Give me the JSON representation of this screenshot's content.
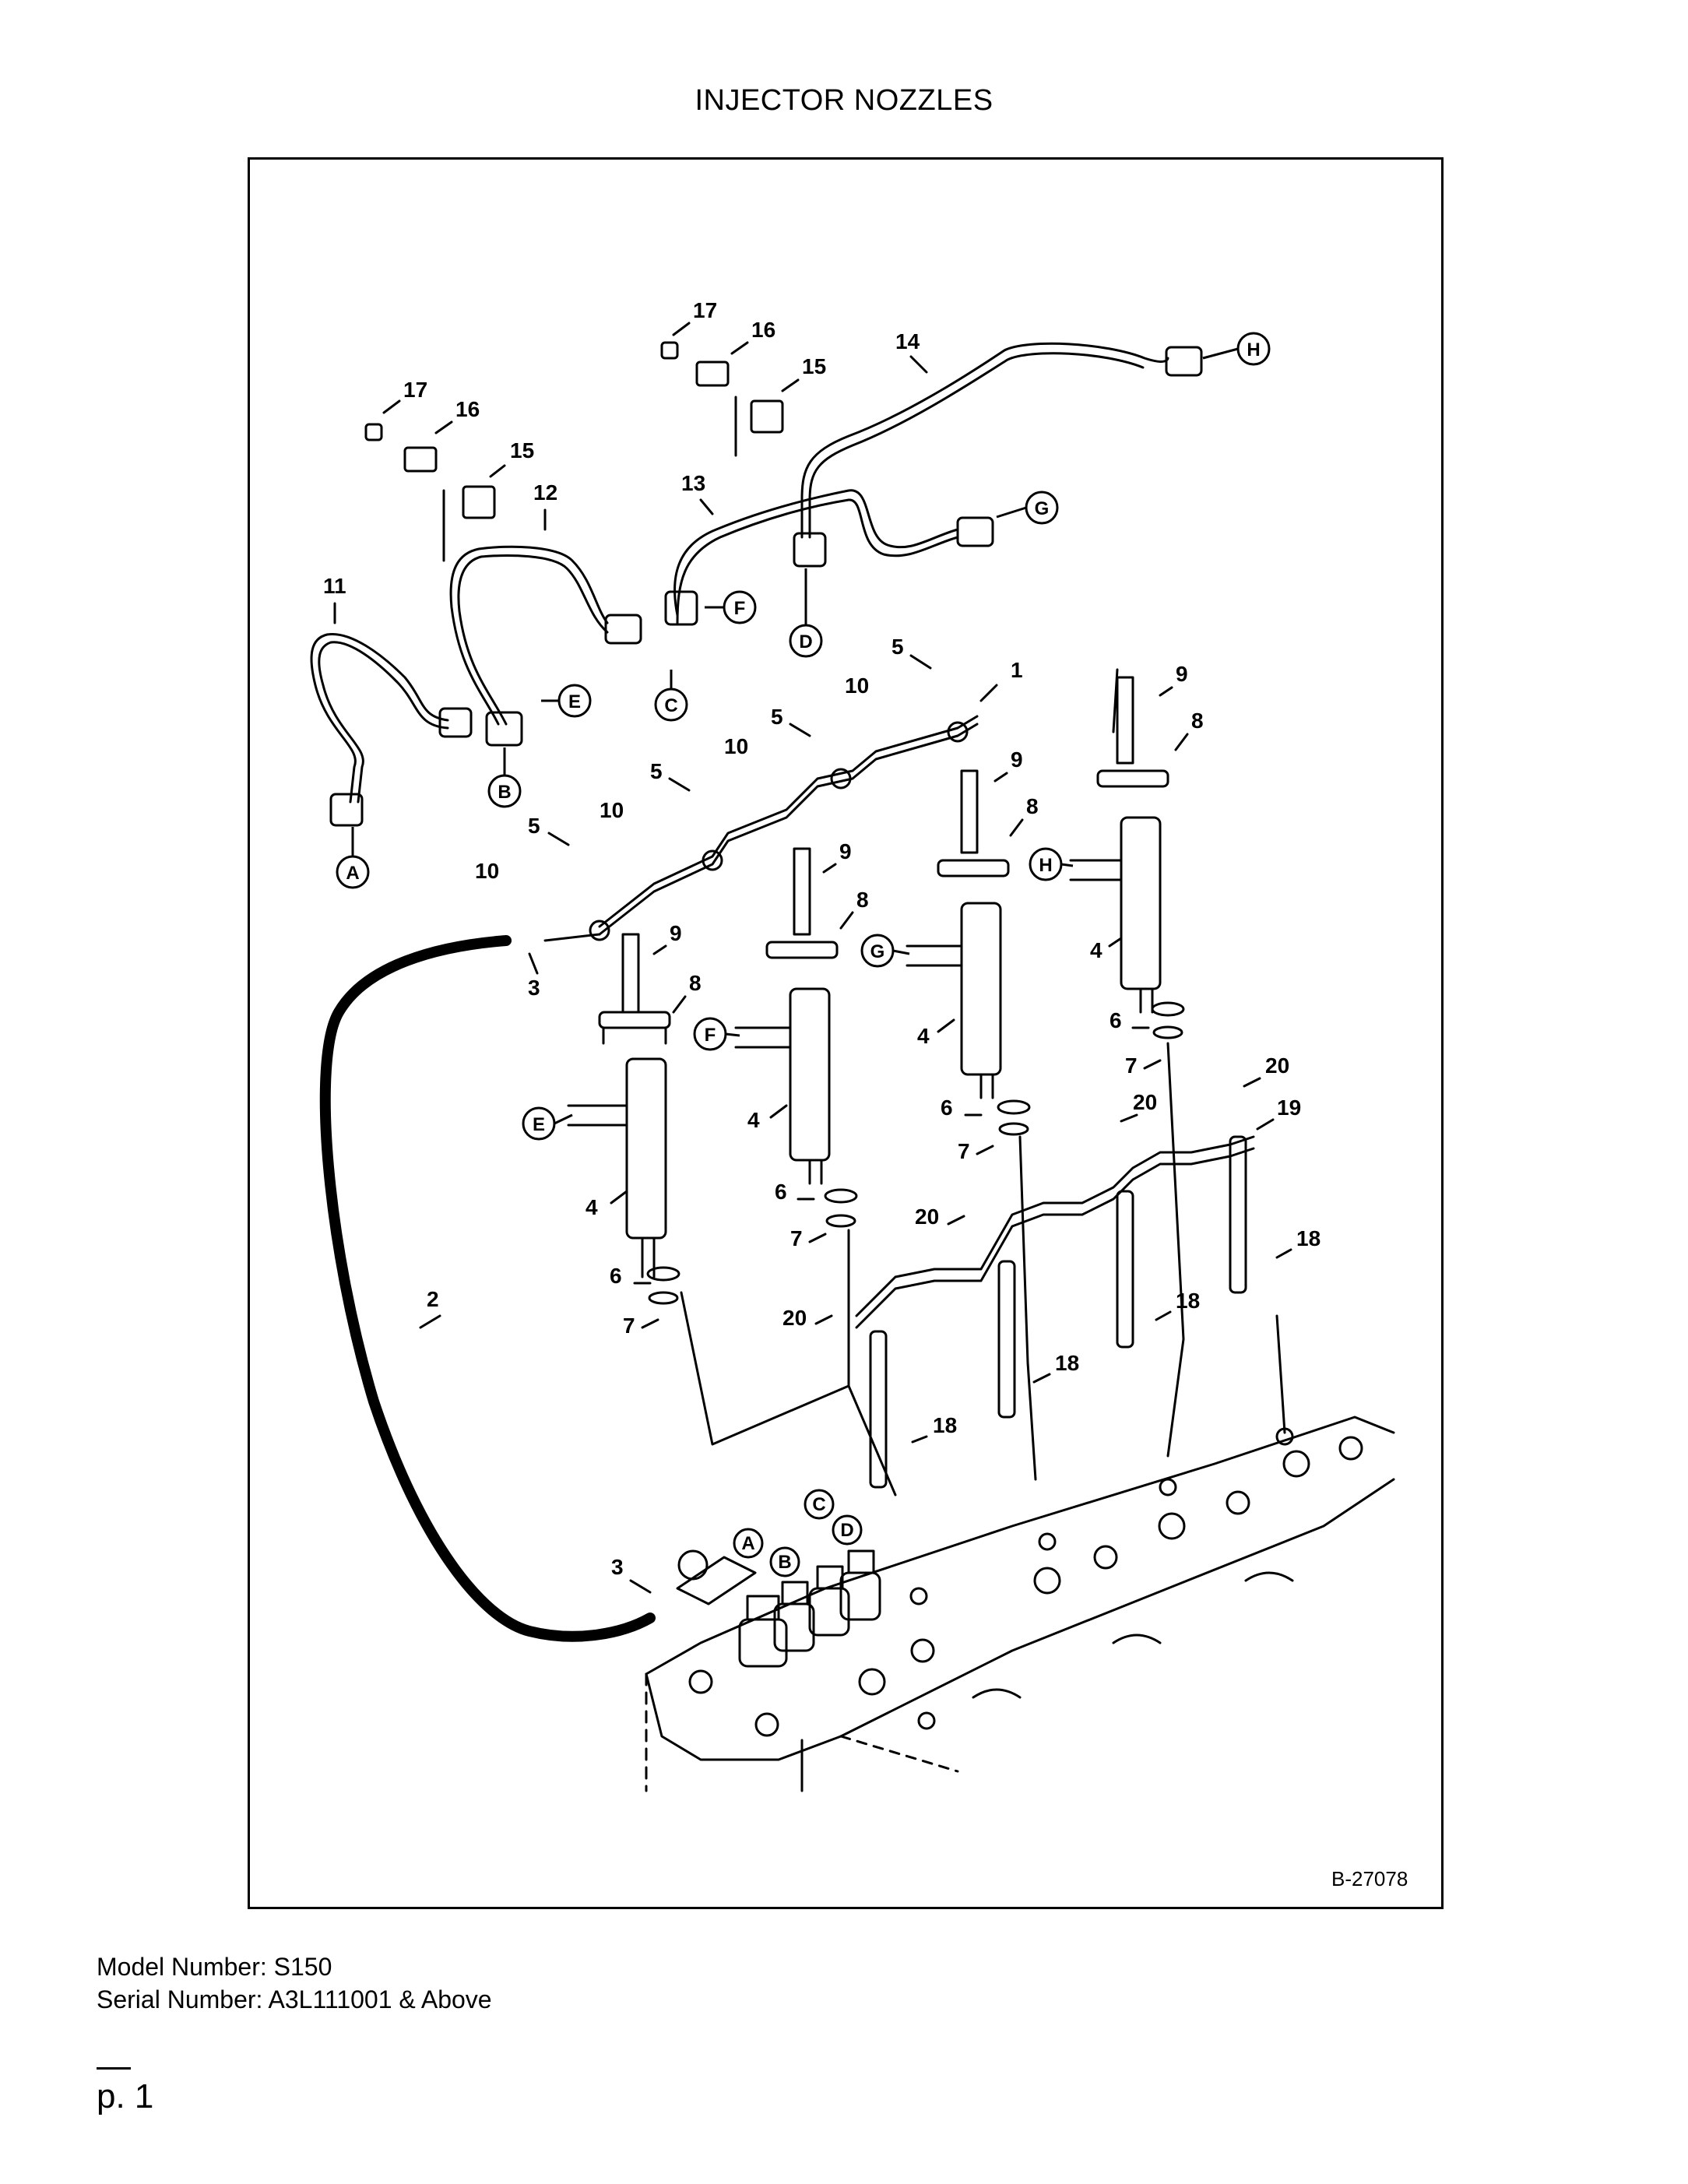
{
  "page": {
    "title": "INJECTOR NOZZLES",
    "figure_code": "B-27078",
    "model_number": "Model Number: S150",
    "serial_number": "Serial Number: A3L111001 & Above",
    "page_number": "p. 1"
  },
  "callouts": {
    "part_numbers": [
      "1",
      "2",
      "3",
      "4",
      "5",
      "6",
      "7",
      "8",
      "9",
      "10",
      "11",
      "12",
      "13",
      "14",
      "15",
      "16",
      "17",
      "18",
      "19",
      "20"
    ],
    "connection_letters": [
      "A",
      "B",
      "C",
      "D",
      "E",
      "F",
      "G",
      "H"
    ]
  }
}
